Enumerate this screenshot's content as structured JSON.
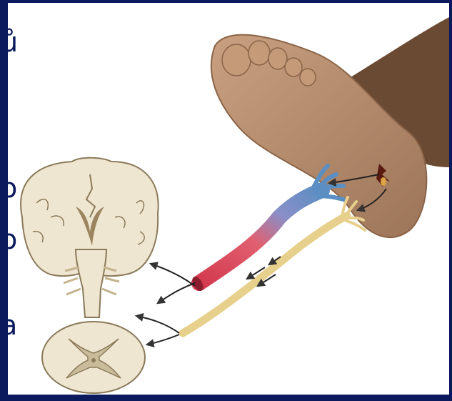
{
  "slide": {
    "background_color": "#0b1a5c",
    "panel_color": "#ffffff",
    "text_fragments": [
      "ů",
      "o",
      "o",
      "a"
    ]
  },
  "figure": {
    "parts": [
      "foot-with-wound",
      "afferent-pain-fiber",
      "afferent-touch-fiber",
      "brain-coronal-section",
      "brainstem",
      "spinal-cord-cross-section",
      "signal-arrows"
    ]
  }
}
